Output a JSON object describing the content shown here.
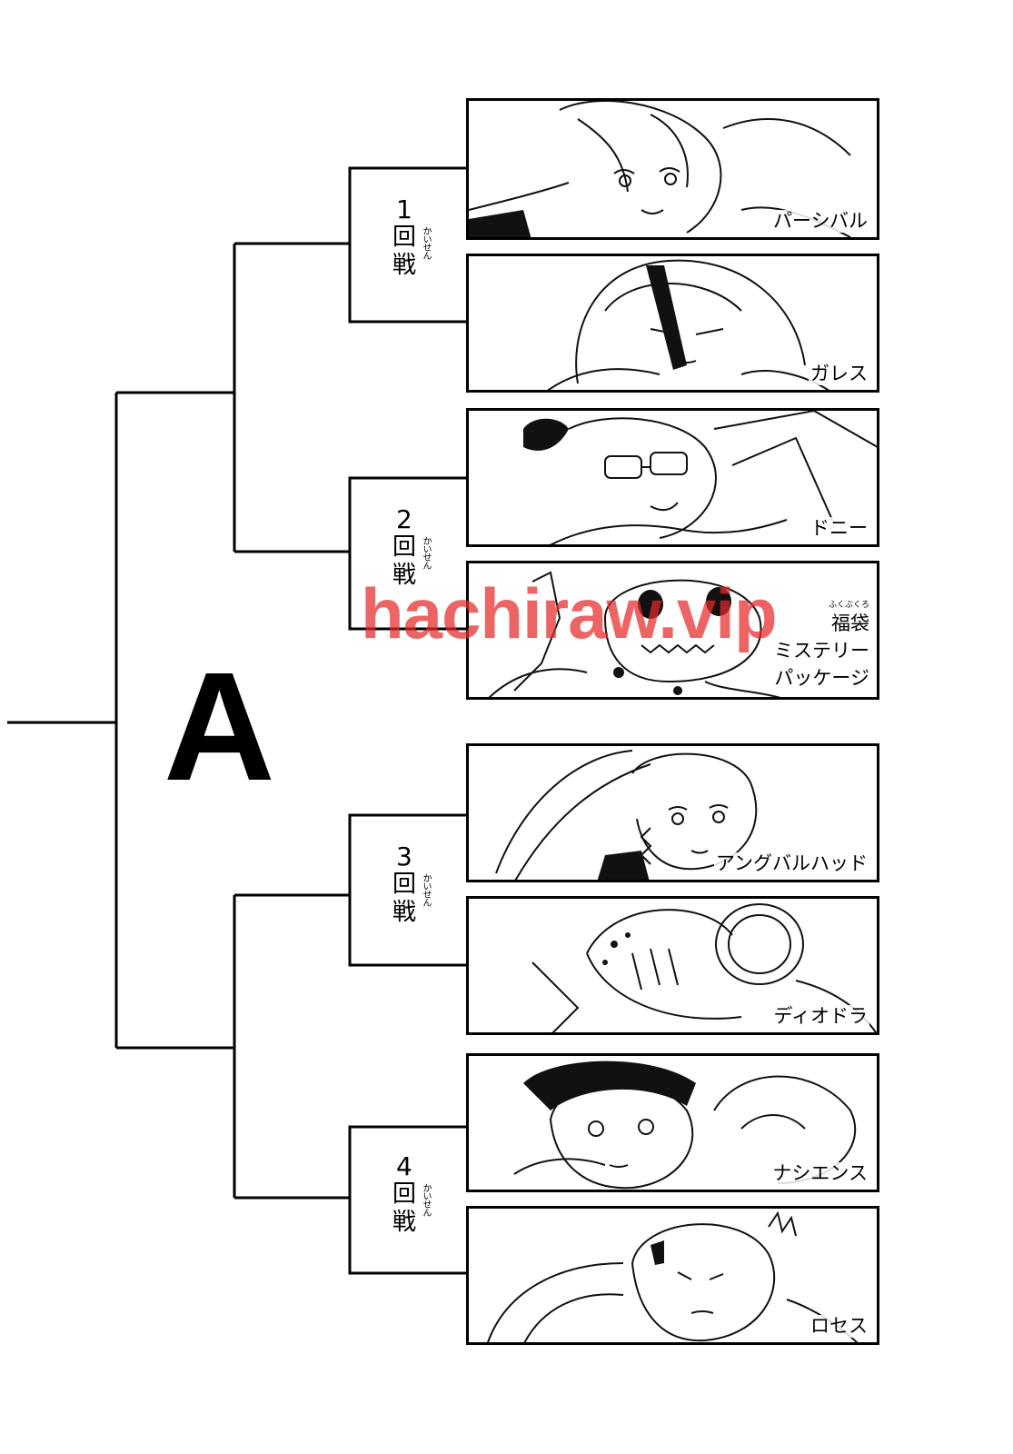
{
  "group": {
    "letter": "A"
  },
  "rounds": [
    {
      "number": "1",
      "kanji1": "回",
      "kanji2": "戦",
      "ruby": "かいせん"
    },
    {
      "number": "2",
      "kanji1": "回",
      "kanji2": "戦",
      "ruby": "かいせん"
    },
    {
      "number": "3",
      "kanji1": "回",
      "kanji2": "戦",
      "ruby": "かいせん"
    },
    {
      "number": "4",
      "kanji1": "回",
      "kanji2": "戦",
      "ruby": "かいせん"
    }
  ],
  "fighters": [
    {
      "name": "パーシバル"
    },
    {
      "name": "ガレス"
    },
    {
      "name": "ドニー"
    },
    {
      "name_ruby": "ふくぶくろ",
      "name_line1": "福袋",
      "name_line2": "ミステリー",
      "name_line3": "パッケージ"
    },
    {
      "name": "アングバルハッド"
    },
    {
      "name": "ディオドラ"
    },
    {
      "name": "ナシエンス"
    },
    {
      "name": "ロセス"
    }
  ],
  "watermark": {
    "text": "hachiraw.vip",
    "color": "#e62828"
  },
  "colors": {
    "line": "#000000",
    "background": "#ffffff"
  }
}
